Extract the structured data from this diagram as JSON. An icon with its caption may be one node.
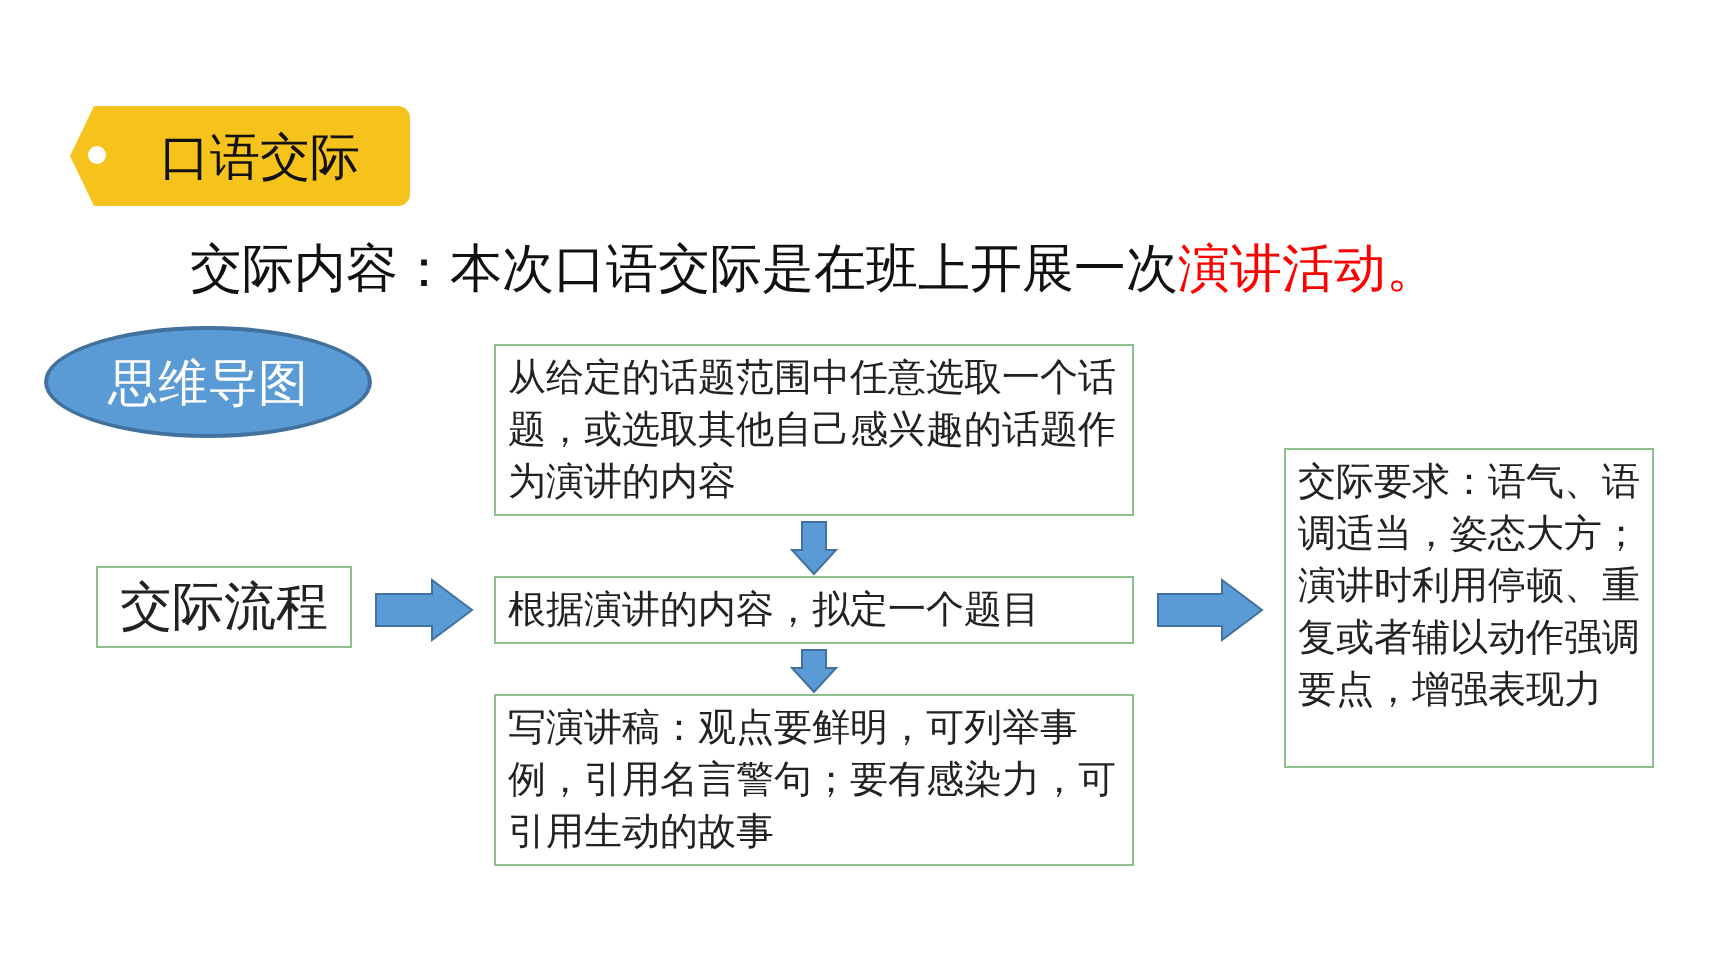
{
  "diagram": {
    "nodes": [
      {
        "text": [
          "口语交际"
        ]
      },
      {
        "text": [
          "思维导图"
        ]
      },
      {
        "text": [
          "交际流程"
        ]
      },
      {
        "text": [
          "从给定的话题范围中任意选取一个话题，或选取其他自己感兴趣的话题作为演讲的内容"
        ]
      },
      {
        "text": [
          "根据演讲的内容，拟定一个题目"
        ]
      },
      {
        "text": [
          "写演讲稿：观点要鲜明，可列举事例，引用名言警句；要有感染力，可引用生动的故事"
        ]
      },
      {
        "text": [
          "交际要求：语气、语调适当，姿态大方；演讲时利用停顿、重复或者辅以动作强调要点，增强表现力"
        ]
      }
    ],
    "edges": [
      {
        "from": 2,
        "to": 4,
        "arrow": "to"
      },
      {
        "from": 3,
        "to": 4,
        "arrow": "to"
      },
      {
        "from": 4,
        "to": 5,
        "arrow": "to"
      },
      {
        "from": 4,
        "to": 6,
        "arrow": "to"
      }
    ],
    "labels": [
      "交际内容：本次口语交际是在班上开展一次",
      "演讲活动。"
    ]
  }
}
